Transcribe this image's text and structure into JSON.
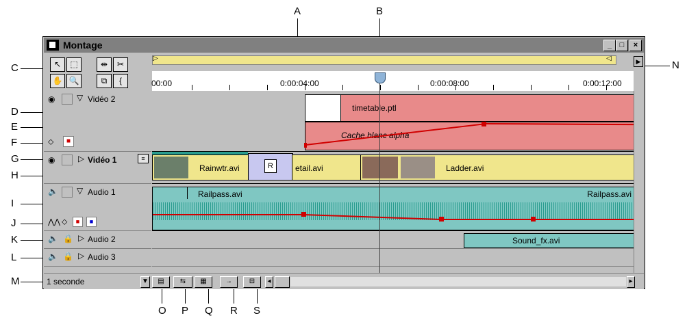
{
  "window": {
    "title": "Montage"
  },
  "callouts": {
    "A": "A",
    "B": "B",
    "C": "C",
    "D": "D",
    "E": "E",
    "F": "F",
    "G": "G",
    "H": "H",
    "I": "I",
    "J": "J",
    "K": "K",
    "L": "L",
    "M": "M",
    "N": "N",
    "O": "O",
    "P": "P",
    "Q": "Q",
    "R": "R",
    "S": "S"
  },
  "ruler": {
    "t0": "00:00",
    "t4": "0:00:04:00",
    "t8": "0:00:08:00",
    "t12": "0:00:12:00"
  },
  "tracks": {
    "video2": {
      "label": "Vidéo 2"
    },
    "video1": {
      "label": "Vidéo 1"
    },
    "audio1": {
      "label": "Audio 1"
    },
    "audio2": {
      "label": "Audio 2"
    },
    "audio3": {
      "label": "Audio 3"
    }
  },
  "clips": {
    "timetable": "timetable.ptl",
    "cache": "Cache blanc alpha",
    "rainwtr": "Rainwtr.avi",
    "detail": "etail.avi",
    "ladder": "Ladder.avi",
    "railpass1": "Railpass.avi",
    "railpass2": "Railpass.avi",
    "soundfx": "Sound_fx.avi"
  },
  "bottom": {
    "time_unit": "1 seconde"
  },
  "colors": {
    "video_clip": "#f0e68c",
    "title_clip": "#e88a8a",
    "audio_clip": "#7fc7c2",
    "rubberband": "#d00000"
  }
}
